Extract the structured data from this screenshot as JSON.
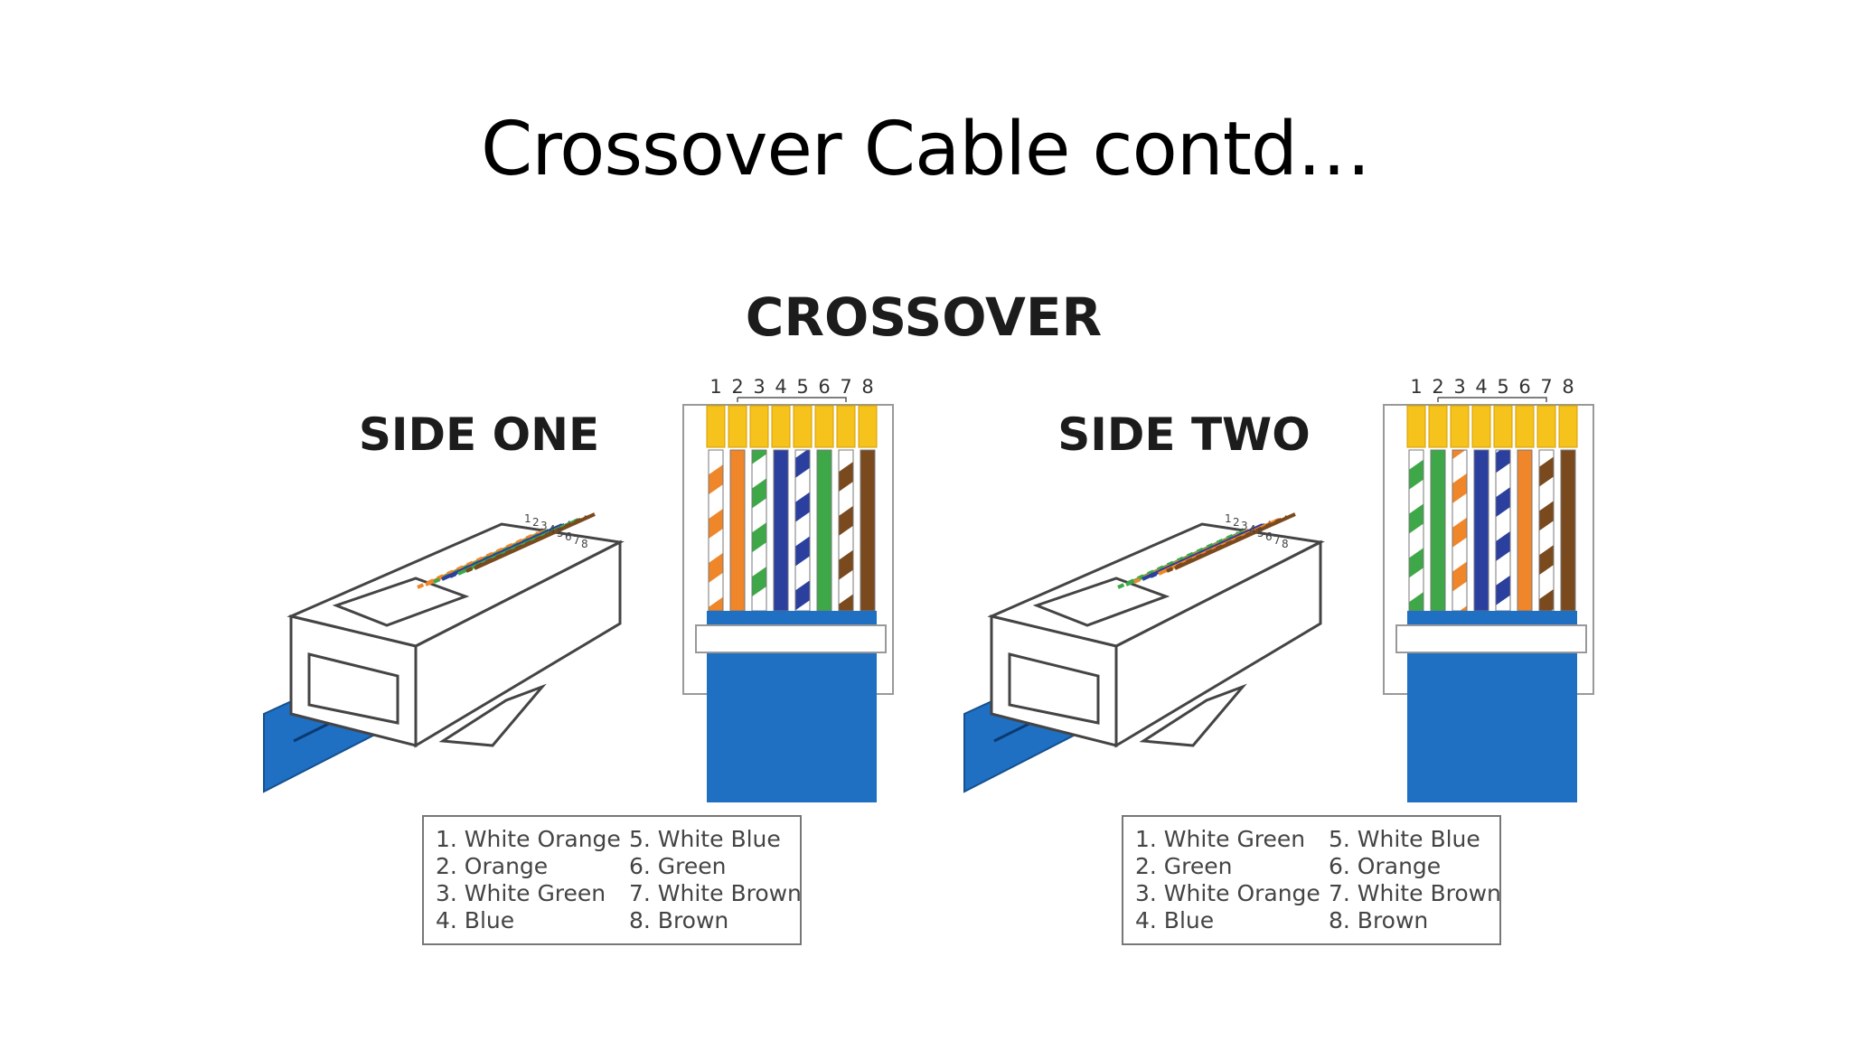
{
  "slide": {
    "title": "Crossover Cable contd…"
  },
  "diagram": {
    "heading": "CROSSOVER",
    "colors": {
      "orange": "#f0862a",
      "green": "#3ea848",
      "blue": "#2b3f9e",
      "brown": "#7a4a1e",
      "gold": "#f6c21c",
      "jacket": "#1f6fc3",
      "white": "#ffffff"
    },
    "sides": [
      {
        "label": "SIDE ONE",
        "pin_numbers": [
          "1",
          "2",
          "3",
          "4",
          "5",
          "6",
          "7",
          "8"
        ],
        "wires": [
          "white-orange",
          "orange",
          "white-green",
          "blue",
          "white-blue",
          "green",
          "white-brown",
          "brown"
        ],
        "legend_left": [
          "1. White Orange",
          "2. Orange",
          "3. White Green",
          "4. Blue"
        ],
        "legend_right": [
          "5. White Blue",
          "6. Green",
          "7. White Brown",
          "8. Brown"
        ]
      },
      {
        "label": "SIDE TWO",
        "pin_numbers": [
          "1",
          "2",
          "3",
          "4",
          "5",
          "6",
          "7",
          "8"
        ],
        "wires": [
          "white-green",
          "green",
          "white-orange",
          "blue",
          "white-blue",
          "orange",
          "white-brown",
          "brown"
        ],
        "legend_left": [
          "1. White Green",
          "2. Green",
          "3. White Orange",
          "4. Blue"
        ],
        "legend_right": [
          "5. White Blue",
          "6. Orange",
          "7. White Brown",
          "8. Brown"
        ]
      }
    ]
  }
}
